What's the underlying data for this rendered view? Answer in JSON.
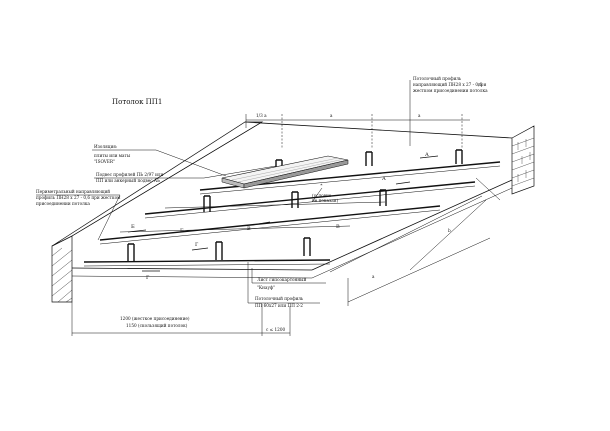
{
  "title": "Потолок ПП1",
  "callouts": {
    "ceiling_profile_top": [
      "Потолочный профиль",
      "направляющий ПН28 x 27 - 0,6",
      "при",
      "жестком присоединении потолка"
    ],
    "insulation": [
      "Изоляция:",
      "плиты или маты",
      "\"ISOVER\""
    ],
    "hanger": [
      "Подвес профилей ПЬ 2/97 или",
      "ПП или анкерный подвес АЬ"
    ],
    "perimeter_profile": [
      "Периметральный направляющий",
      "профиль ПН28 x 27 - 0,6  при жестком",
      "присоединении потолка"
    ],
    "drywall_sheet": [
      "Лист гипсокартонный",
      "\"Кнауф\""
    ],
    "ceiling_profile_bottom": [
      "Потолочный профиль",
      "ПП 60x27 или ПП 2-2"
    ],
    "fastening_note": [
      "(условно",
      "не показан)"
    ]
  },
  "dimensions": {
    "top_first": "1/3 а",
    "top_second": "а",
    "top_third": "а",
    "bottom_main": [
      "1200 (жесткое присоединение)",
      "1150 (скользящий потолок)"
    ],
    "bottom_right": "с ≤ 1200",
    "side_b": "b",
    "side_a": "а"
  },
  "section_marks": {
    "A": "А",
    "B": "Б",
    "V": "В",
    "G": "Г"
  }
}
